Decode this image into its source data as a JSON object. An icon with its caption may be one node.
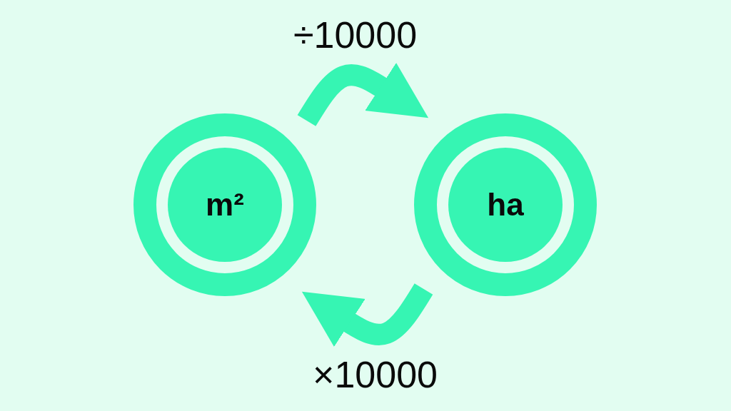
{
  "diagram": {
    "nodes": [
      {
        "text": [
          "m²"
        ]
      },
      {
        "text": [
          "ha"
        ]
      }
    ],
    "edges": [
      {
        "from": 0,
        "to": 1,
        "arrow": "to",
        "label": "÷10000"
      },
      {
        "from": 1,
        "to": 0,
        "arrow": "to",
        "label": "×10000"
      }
    ]
  }
}
